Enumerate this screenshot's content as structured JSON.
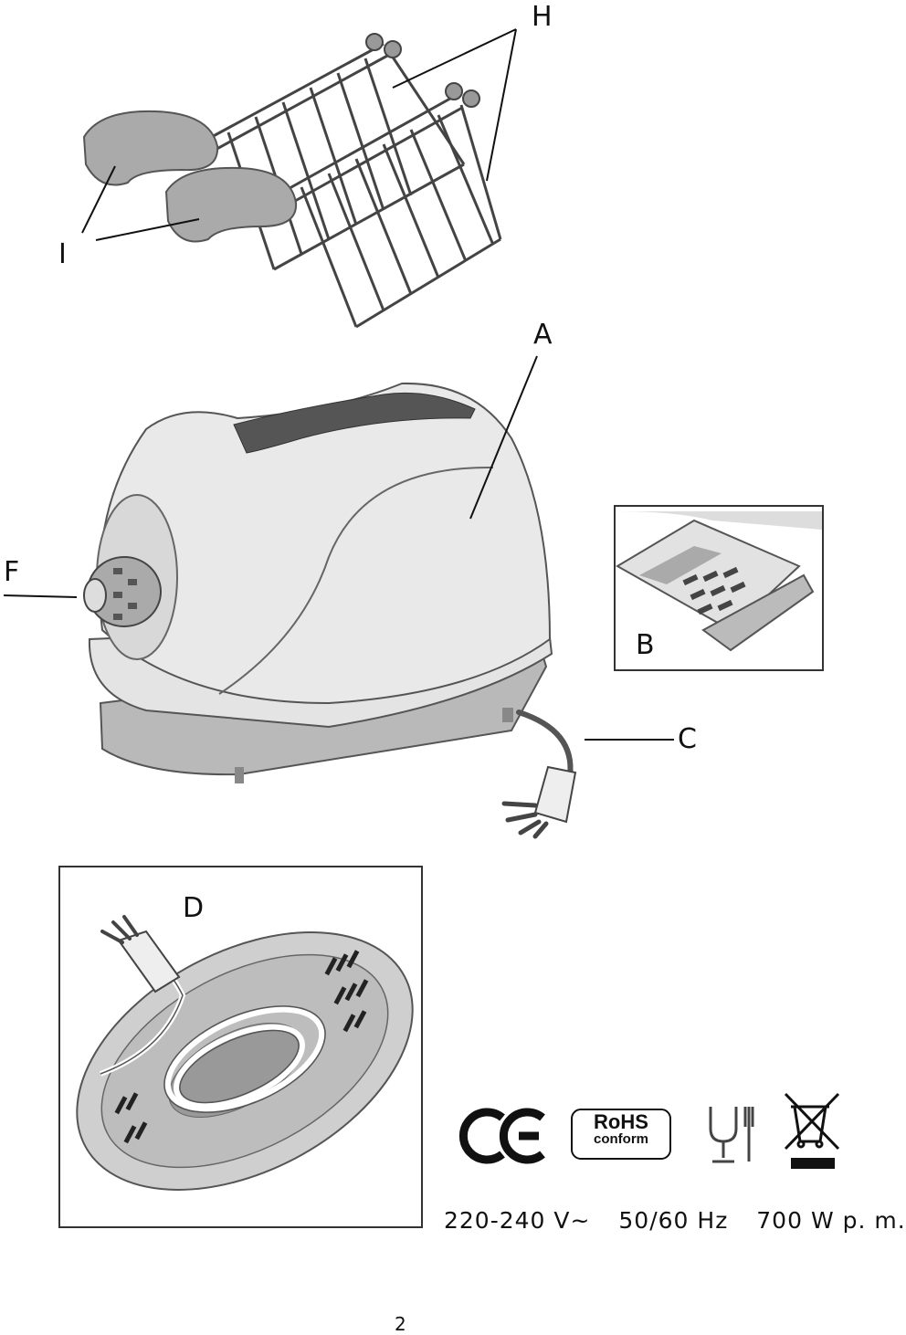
{
  "labels": {
    "H": "H",
    "I": "I",
    "A": "A",
    "F": "F",
    "B": "B",
    "C": "C",
    "D": "D"
  },
  "marks": {
    "rohs_line1": "RoHS",
    "rohs_line2": "conform"
  },
  "specs": {
    "voltage": "220-240 V~",
    "frequency": "50/60 Hz",
    "power": "700 W p. m."
  },
  "page_number": "2"
}
